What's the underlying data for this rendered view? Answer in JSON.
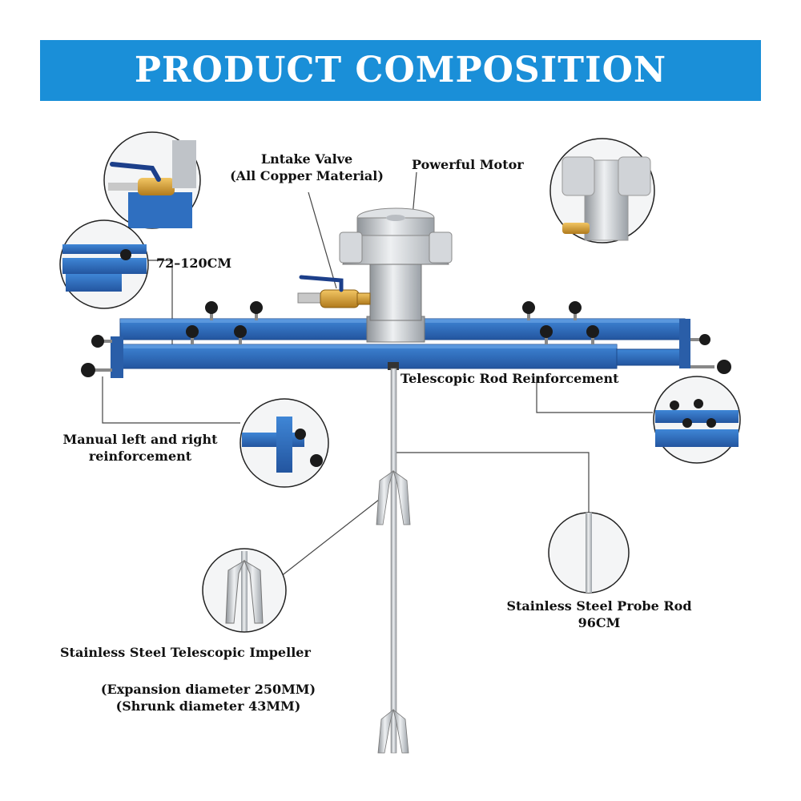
{
  "banner": {
    "title": "PRODUCT COMPOSITION",
    "color": "#1a8fd8"
  },
  "labels": {
    "intake_valve": {
      "line1": "Lntake Valve",
      "line2": "(All Copper Material)"
    },
    "motor": "Powerful Motor",
    "length": "72–120CM",
    "telescopic_rod": "Telescopic Rod Reinforcement",
    "manual": {
      "line1": "Manual left and right",
      "line2": "reinforcement"
    },
    "probe": {
      "line1": "Stainless Steel Probe Rod",
      "line2": "96CM"
    },
    "impeller": {
      "title": "Stainless Steel Telescopic Impeller",
      "line1": "(Expansion diameter 250MM)",
      "line2": "(Shrunk diameter 43MM)"
    }
  },
  "colors": {
    "frame_blue": "#2f6fc0",
    "frame_dark": "#1f4f96",
    "steel": "#c9ccd0",
    "brass": "#d9a43a"
  }
}
